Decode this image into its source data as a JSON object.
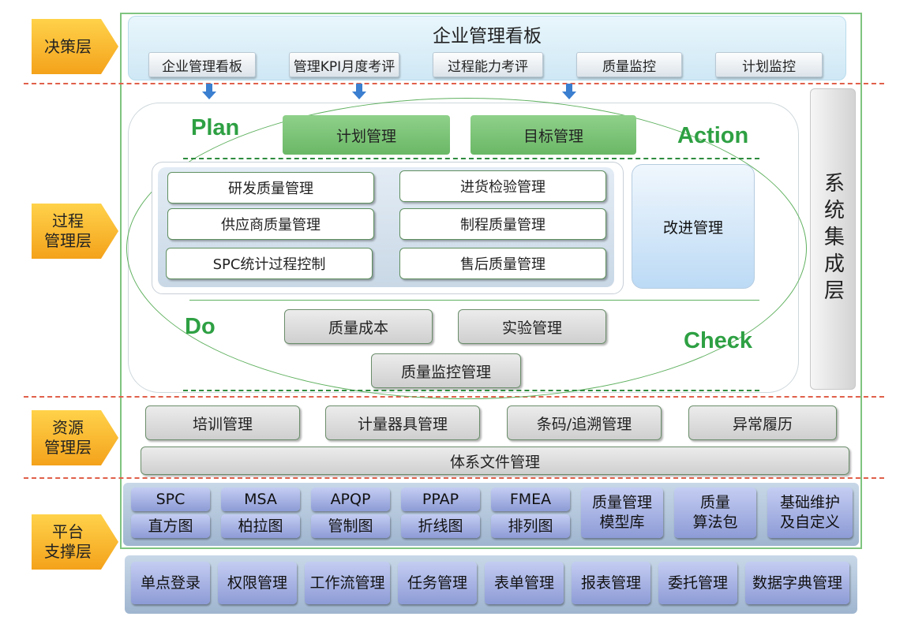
{
  "layers": {
    "decision": "决策层",
    "process": "过程\n管理层",
    "resource": "资源\n管理层",
    "platform": "平台\n支撑层"
  },
  "decision": {
    "title": "企业管理看板",
    "items": [
      "企业管理看板",
      "管理KPI月度考评",
      "过程能力考评",
      "质量监控",
      "计划监控"
    ]
  },
  "pdca": {
    "plan": "Plan",
    "action": "Action",
    "do": "Do",
    "check": "Check"
  },
  "plan_items": [
    "计划管理",
    "目标管理"
  ],
  "quality_items": [
    "研发质量管理",
    "进货检验管理",
    "供应商质量管理",
    "制程质量管理",
    "SPC统计过程控制",
    "售后质量管理"
  ],
  "improve": "改进管理",
  "do_items": [
    "质量成本",
    "实验管理",
    "质量监控管理"
  ],
  "system_integration": "系统集成层",
  "resource": {
    "items": [
      "培训管理",
      "计量器具管理",
      "条码/追溯管理",
      "异常履历"
    ],
    "doc": "体系文件管理"
  },
  "platform": {
    "top": [
      "SPC",
      "MSA",
      "APQP",
      "PPAP",
      "FMEA"
    ],
    "bottom": [
      "直方图",
      "柏拉图",
      "管制图",
      "折线图",
      "排列图"
    ],
    "large": [
      "质量管理\n模型库",
      "质量\n算法包",
      "基础维护\n及自定义"
    ]
  },
  "base": [
    "单点登录",
    "权限管理",
    "工作流管理",
    "任务管理",
    "表单管理",
    "报表管理",
    "委托管理",
    "数据字典管理"
  ]
}
